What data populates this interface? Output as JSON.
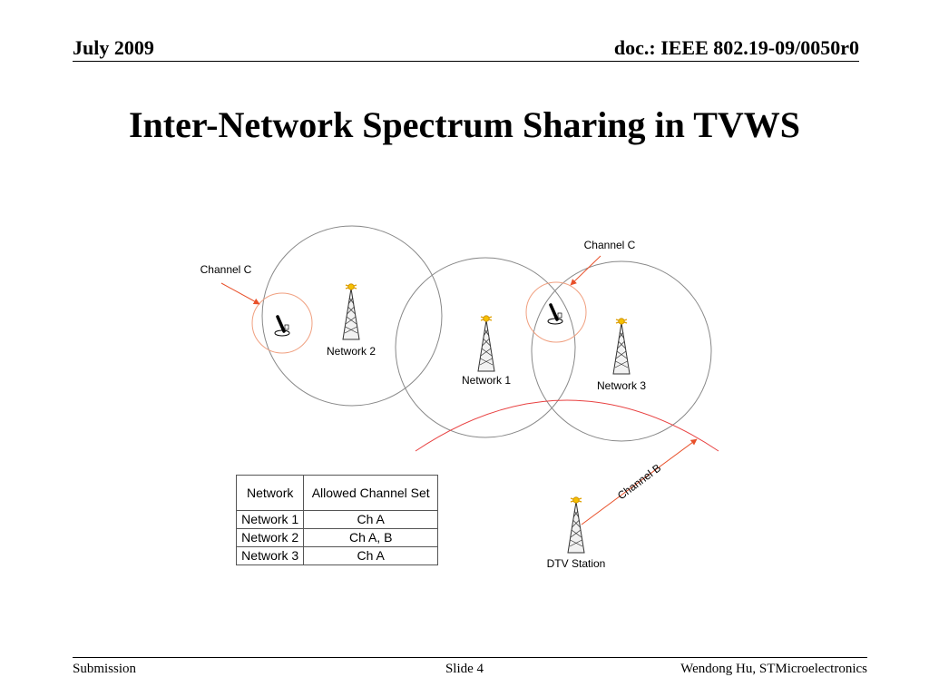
{
  "header": {
    "date": "July 2009",
    "doc_id": "doc.: IEEE 802.19-09/0050r0"
  },
  "slide": {
    "title": "Inter-Network Spectrum Sharing in TVWS"
  },
  "diagram": {
    "network2_label": "Network 2",
    "network1_label": "Network 1",
    "network3_label": "Network 3",
    "dtv_label": "DTV Station",
    "channel_c_left": "Channel C",
    "channel_c_right": "Channel C",
    "channel_b": "Channel B"
  },
  "table": {
    "headers": [
      "Network",
      "Allowed Channel Set"
    ],
    "rows": [
      [
        "Network 1",
        "Ch A"
      ],
      [
        "Network 2",
        "Ch A, B"
      ],
      [
        "Network 3",
        "Ch A"
      ]
    ]
  },
  "footer": {
    "left": "Submission",
    "center": "Slide 4",
    "right": "Wendong Hu, STMicroelectronics"
  }
}
